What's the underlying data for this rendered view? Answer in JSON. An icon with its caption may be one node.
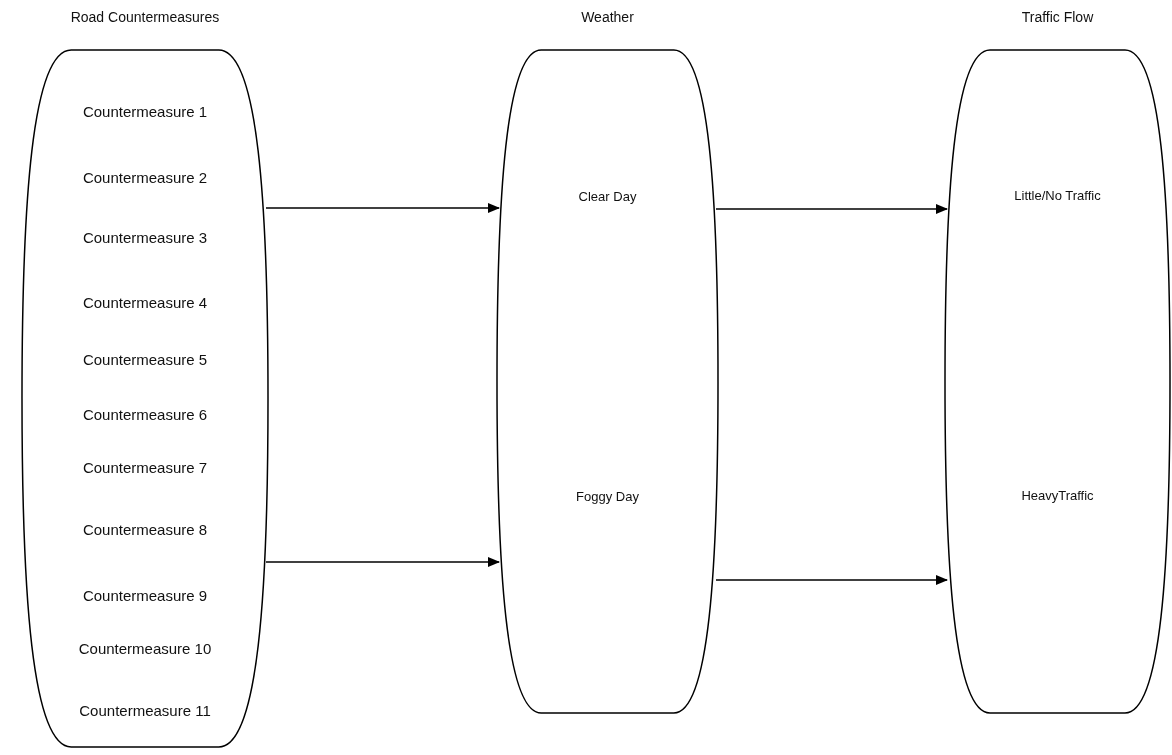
{
  "diagram": {
    "nodes": [
      {
        "text": [
          "Road Countermeasures",
          "Countermeasure 1",
          "Countermeasure 2",
          "Countermeasure 3",
          "Countermeasure 4",
          "Countermeasure 5",
          "Countermeasure 6",
          "Countermeasure 7",
          "Countermeasure 8",
          "Countermeasure 9",
          "Countermeasure 10",
          "Countermeasure 11"
        ]
      },
      {
        "text": [
          "Weather",
          "Clear Day",
          "Foggy Day"
        ]
      },
      {
        "text": [
          "Traffic Flow",
          "Little/No Traffic",
          "HeavyTraffic"
        ]
      }
    ],
    "edges": [
      {
        "from": 0,
        "to": 1,
        "arrow": "to"
      },
      {
        "from": 0,
        "to": 1,
        "arrow": "to"
      },
      {
        "from": 1,
        "to": 2,
        "arrow": "to"
      },
      {
        "from": 1,
        "to": 2,
        "arrow": "to"
      }
    ]
  }
}
